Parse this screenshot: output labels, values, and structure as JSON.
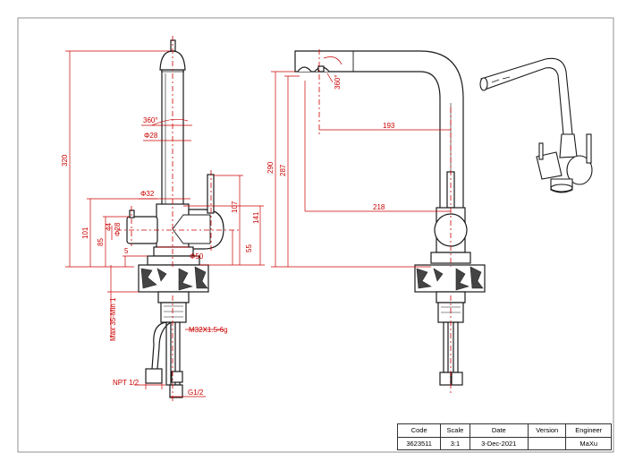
{
  "dimensions": {
    "rotation_360_a": "360°",
    "rotation_360_b": "360°",
    "phi28_top": "Φ28",
    "phi32": "Φ32",
    "phi28_side": "Φ28",
    "phi50": "Φ50",
    "d320": "320",
    "d101": "101",
    "d85": "85",
    "d44": "44",
    "d5": "5",
    "d107": "107",
    "d141": "141",
    "d55": "55",
    "d290": "290",
    "d287": "287",
    "d193": "193",
    "d218": "218",
    "max_min": "Max 35-Min 1",
    "thread_m32": "M32X1.5-6g",
    "npt": "NPT 1/2",
    "g12": "G1/2"
  },
  "title_block": {
    "headers": [
      "Code",
      "Scale",
      "Date",
      "Version",
      "Engineer"
    ],
    "values": [
      "3623511",
      "3:1",
      "3-Dec-2021",
      "",
      "MaXu"
    ]
  },
  "colors": {
    "dimension": "#cc0000",
    "outline": "#1a1a1a",
    "centerline": "#cc0000"
  }
}
